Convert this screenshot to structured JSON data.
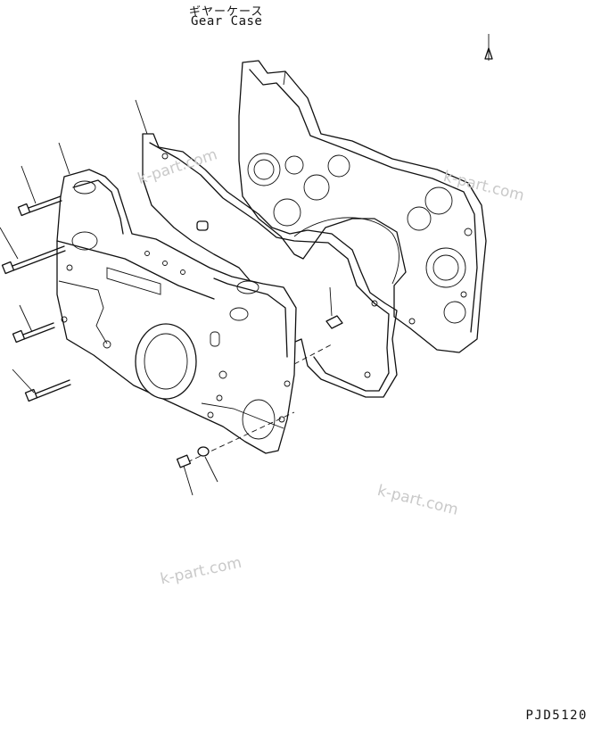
{
  "callouts": {
    "gear_case_ja": "ギヤーケース",
    "gear_case_en": "Gear Case"
  },
  "drawing_code": "PJD5120",
  "watermarks": [
    "k-part.com",
    "k-part.com",
    "k-part.com",
    "k-part.com"
  ]
}
